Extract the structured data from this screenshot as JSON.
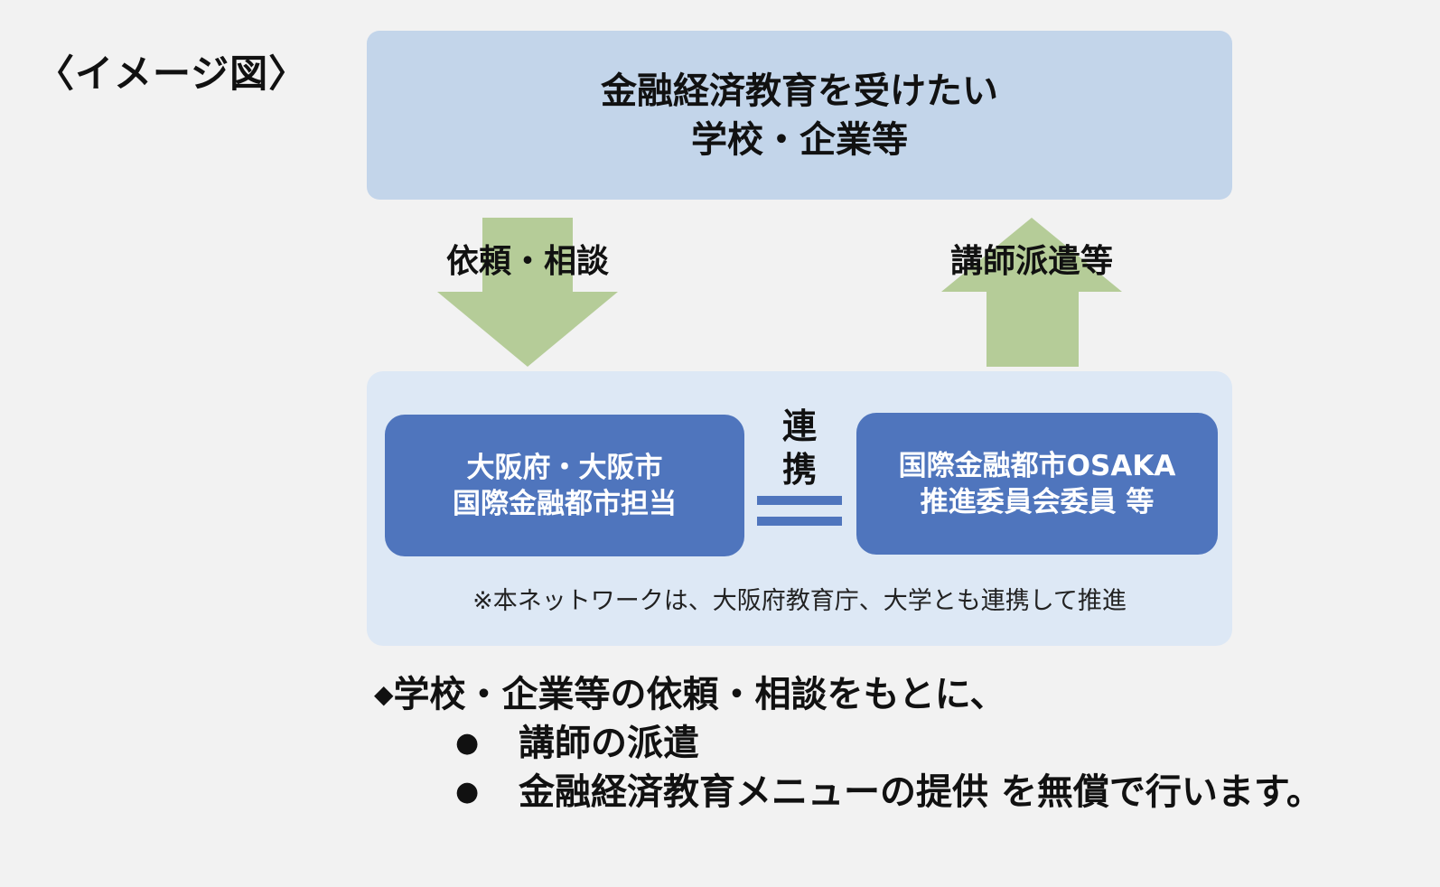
{
  "image_label": "〈イメージ図〉",
  "top_box": {
    "line1": "金融経済教育を受けたい",
    "line2": "学校・企業等"
  },
  "arrows": {
    "down_label": "依頼・相談",
    "up_label": "講師派遣等",
    "color": "#b5cc98"
  },
  "left_org": {
    "line1": "大阪府・大阪市",
    "line2": "国際金融都市担当"
  },
  "link": {
    "char1": "連",
    "char2": "携"
  },
  "right_org": {
    "line1": "国際金融都市OSAKA",
    "line2": "推進委員会委員 等"
  },
  "note": "※本ネットワークは、大阪府教育庁、大学とも連携して推進",
  "summary": {
    "bullet_symbol": "◆",
    "lead": "学校・企業等の依頼・相談をもとに、",
    "item_symbol": "●",
    "items": [
      "講師の派遣",
      "金融経済教育メニューの提供 を無償で行います。"
    ]
  },
  "colors": {
    "top_box": "#c3d5ea",
    "panel": "#dde8f5",
    "org_box": "#4f75bd",
    "arrow": "#b5cc98"
  }
}
